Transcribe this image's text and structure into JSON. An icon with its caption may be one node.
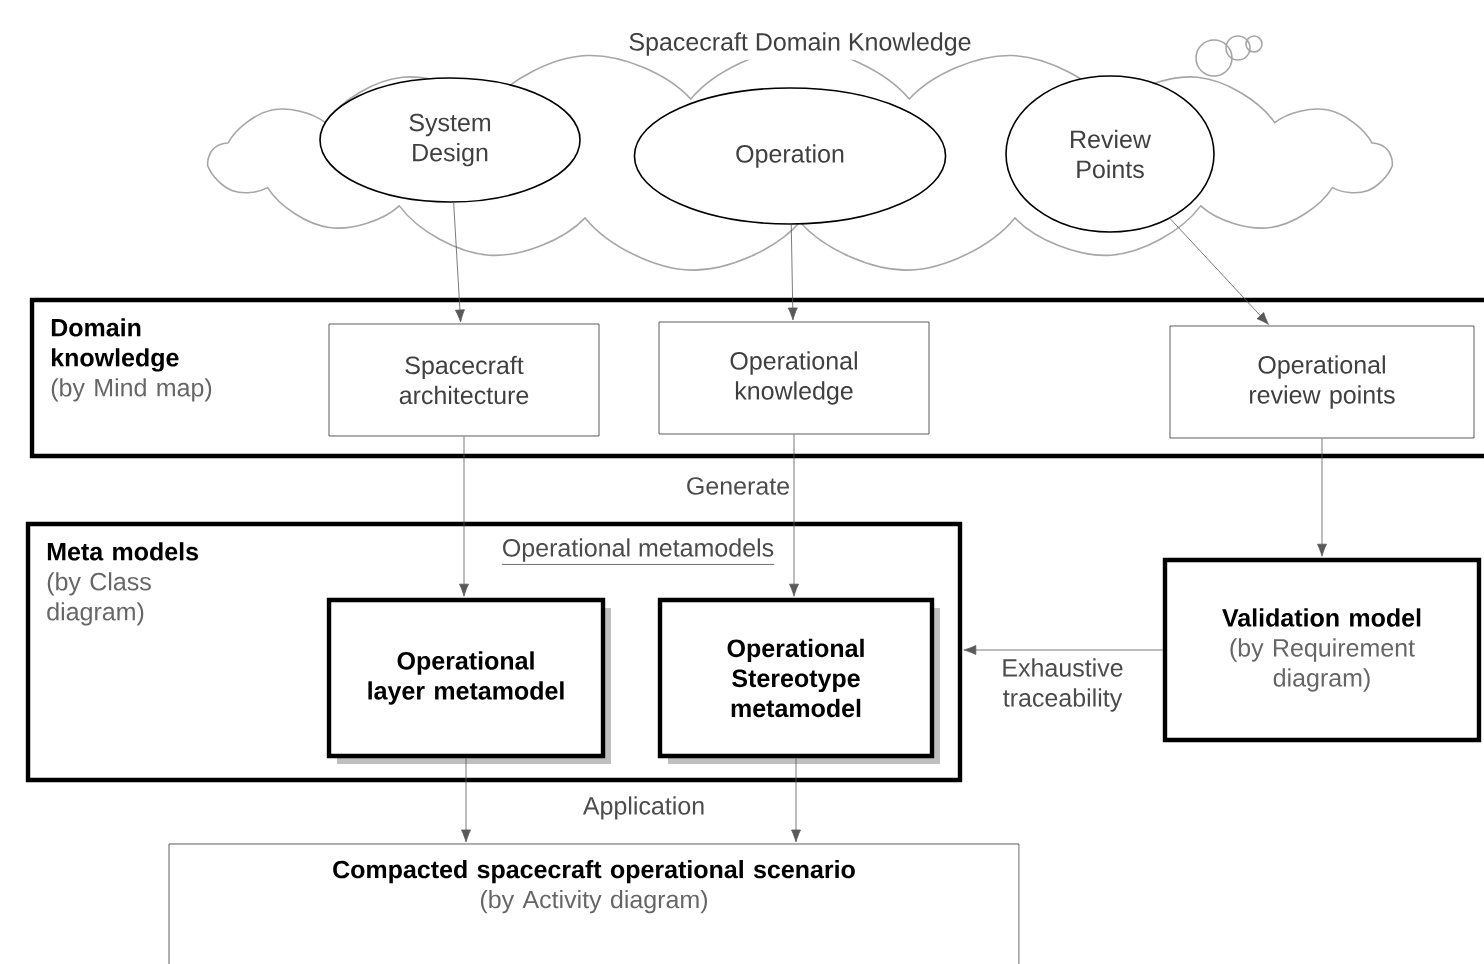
{
  "diagram": {
    "nodes": [
      {
        "text": [
          "Spacecraft Domain Knowledge"
        ]
      },
      {
        "text": [
          "System Design"
        ],
        "in": 0
      },
      {
        "text": [
          "Operation"
        ],
        "in": 0
      },
      {
        "text": [
          "Review Points"
        ],
        "in": 0
      },
      {
        "text": [
          "Domain knowledge",
          "(by Mind map)"
        ]
      },
      {
        "text": [
          "Spacecraft architecture"
        ],
        "in": 4
      },
      {
        "text": [
          "Operational knowledge"
        ],
        "in": 4
      },
      {
        "text": [
          "Operational review points"
        ],
        "in": 4
      },
      {
        "text": [
          "Meta models",
          "(by Class diagram)"
        ]
      },
      {
        "text": [
          "Operational layer metamodel"
        ],
        "in": 8
      },
      {
        "text": [
          "Operational Stereotype metamodel"
        ],
        "in": 8
      },
      {
        "text": [
          "Validation model",
          "(by Requirement diagram)"
        ]
      },
      {
        "text": [
          "Compacted spacecraft operational scenario",
          "(by Activity diagram)"
        ]
      }
    ],
    "edges": [
      {
        "from": 1,
        "to": 5,
        "arrow": "to"
      },
      {
        "from": 2,
        "to": 6,
        "arrow": "to"
      },
      {
        "from": 3,
        "to": 7,
        "arrow": "to"
      },
      {
        "from": 5,
        "to": 9,
        "arrow": "to"
      },
      {
        "from": 6,
        "to": 10,
        "arrow": "to"
      },
      {
        "from": 7,
        "to": 11,
        "arrow": "to"
      },
      {
        "from": 11,
        "to": 8,
        "arrow": "to",
        "label": "Exhaustive traceability"
      },
      {
        "from": 9,
        "to": 12,
        "arrow": "to"
      },
      {
        "from": 10,
        "to": 12,
        "arrow": "to"
      }
    ],
    "labels": [
      "Generate",
      "Operational metamodels",
      "Application"
    ]
  }
}
